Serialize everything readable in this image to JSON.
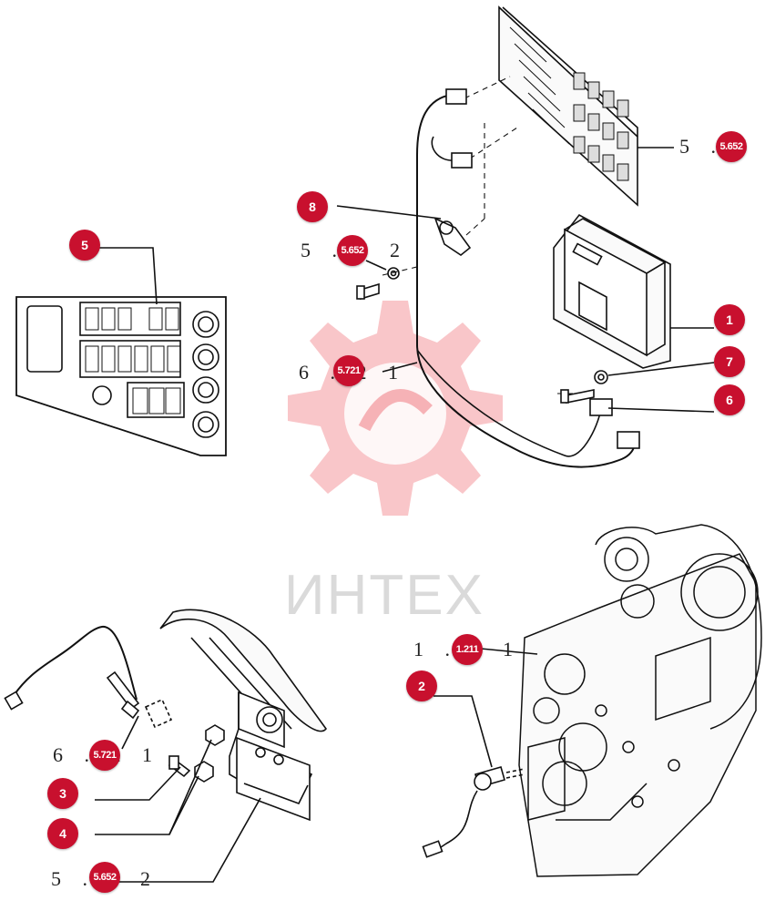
{
  "colors": {
    "badge": "#c8102e",
    "line": "#111111",
    "watermark": "#e8323c"
  },
  "watermark": {
    "text": "ИНТЕХ"
  },
  "references": {
    "r_top_right": {
      "text": "5 . 5",
      "badge": "5.652"
    },
    "r_mid_left": {
      "text": "5 . 5 2",
      "badge": "5.652"
    },
    "r_harness": {
      "text": "6 . 2 1",
      "badge": "5.721"
    },
    "r_trans": {
      "text": "1 . 1 1",
      "badge": "1.211"
    },
    "r_pedal_sensor": {
      "text": "6 . 2 1",
      "badge": "5.721"
    },
    "r_bottom": {
      "text": "5 . 5 2",
      "badge": "5.652"
    }
  },
  "callouts": [
    {
      "id": "c8",
      "label": "8"
    },
    {
      "id": "c5",
      "label": "5"
    },
    {
      "id": "c1",
      "label": "1"
    },
    {
      "id": "c7",
      "label": "7"
    },
    {
      "id": "c6",
      "label": "6"
    },
    {
      "id": "c2",
      "label": "2"
    },
    {
      "id": "c3",
      "label": "3"
    },
    {
      "id": "c4",
      "label": "4"
    }
  ]
}
